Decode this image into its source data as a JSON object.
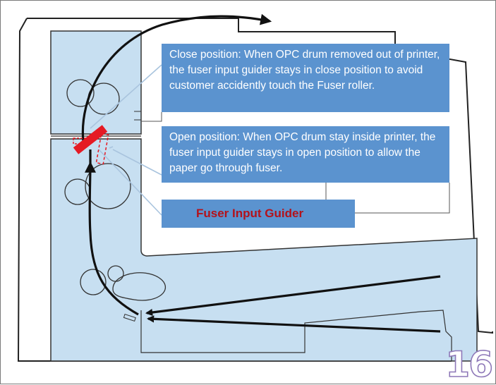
{
  "callouts": {
    "close_position": "Close position: When OPC drum removed out of printer, the fuser input guider stays in close position to avoid customer accidently touch the Fuser roller.",
    "open_position": "Open position: When OPC drum stay inside printer, the fuser input guider stays in open position to allow the paper go through fuser.",
    "component_label": "Fuser Input Guider"
  },
  "page_number": "16",
  "colors": {
    "printer_body": "#c7dff1",
    "callout_fill": "#5b93cf",
    "callout_text": "#ffffff",
    "label_text": "#b3121b",
    "guider_highlight": "#e51a24",
    "paper_path": "#111111",
    "pointer_line": "#a9c4de",
    "page_number_outline": "#8e78b8"
  },
  "icons": [
    "paper-path-arrow",
    "fuser-input-guider-closed",
    "fuser-input-guider-open"
  ]
}
